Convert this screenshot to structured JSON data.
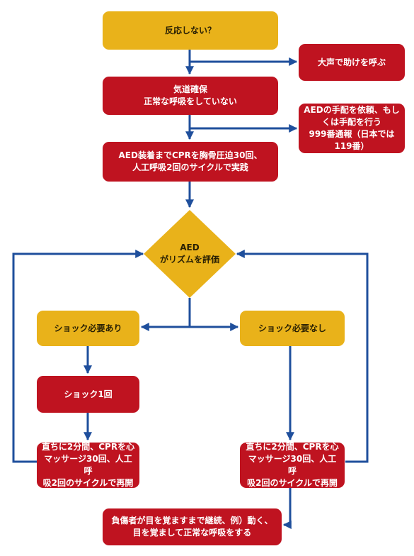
{
  "steps": {
    "unresponsive": "反応しない？",
    "call_help": "大声で助けを呼ぶ",
    "airway": "気道確保\n正常な呼吸をしていない",
    "aed_call": "AEDの手配を依頼、もしくは手配を行う\n999番通報（日本では119番）",
    "cpr": "AED装着までCPRを胸骨圧迫30回、\n人工呼吸2回のサイクルで実践",
    "aed_eval": "AED\nがリズムを評価",
    "shock_needed": "ショック必要あり",
    "shock_not_needed": "ショック必要なし",
    "shock_once": "ショック1回",
    "cpr_after_shock": "直ちに2分間、CPRを心\nマッサージ30回、人工呼\n吸2回のサイクルで再開",
    "cpr_no_shock": "直ちに2分間、CPRを心\nマッサージ30回、人工呼\n吸2回のサイクルで再開",
    "continue": "負傷者が目を覚ますまで継続、例）動く、\n目を覚まして正常な呼吸をする"
  },
  "colors": {
    "action": "#bf1320",
    "decision": "#e9b21a",
    "arrow": "#1f4f9c"
  }
}
